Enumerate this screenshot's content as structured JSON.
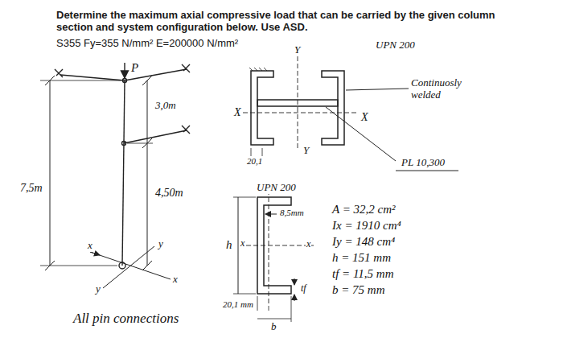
{
  "diagram": {
    "title": "Determine the maximum axial compressive load that can be carried by the given column section and system configuration below. Use ASD.",
    "labels": [
      "S355 Fy=355 N/mm²  E=200000 N/mm²",
      "UPN 200",
      "Y",
      "X",
      "X",
      "Y",
      "20,1",
      "Continuosly welded",
      "PL 10,300",
      "P",
      "3,0m",
      "7,5m",
      "4,50m",
      "x",
      "y",
      "y",
      "x",
      "All pin connections",
      "UPN 200",
      "8,5mm",
      "h",
      "x",
      "x",
      "tf",
      "20,1 mm",
      "b",
      "A = 32,2 cm²",
      "Ix = 1910 cm⁴",
      "Iy = 148 cm⁴",
      "h = 151 mm",
      "tf = 11,5 mm",
      "b = 75 mm"
    ]
  }
}
